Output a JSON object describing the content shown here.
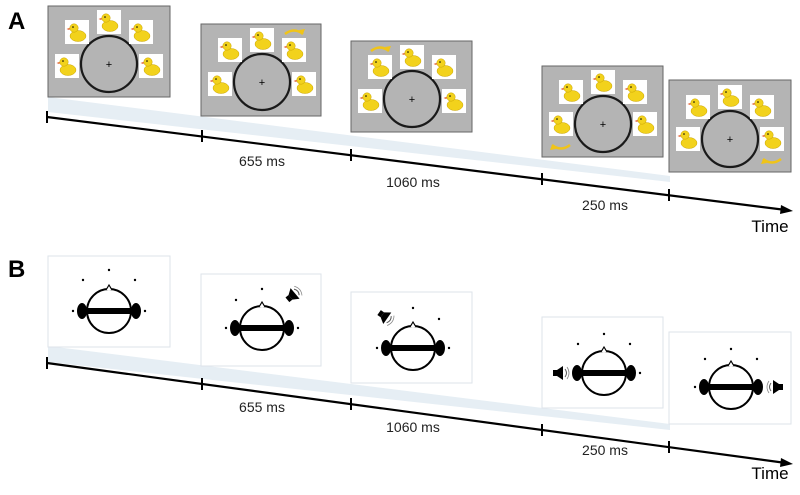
{
  "panel_a": {
    "letter": "A",
    "intervals": [
      "655 ms",
      "1060 ms",
      "250 ms"
    ],
    "axis_label": "Time",
    "center_marker": "+"
  },
  "panel_b": {
    "letter": "B",
    "intervals": [
      "655 ms",
      "1060 ms",
      "250 ms"
    ],
    "axis_label": "Time"
  },
  "colors": {
    "screen_bg": "#b4b4b4",
    "duck_yellow": "#f2d21c",
    "arrow_yellow": "#f0c419",
    "axis": "#000000",
    "shadow": "#e6eef4"
  },
  "icons": [
    "duck-icon",
    "curved-arrow-icon",
    "speaker-icon",
    "head-icon"
  ]
}
